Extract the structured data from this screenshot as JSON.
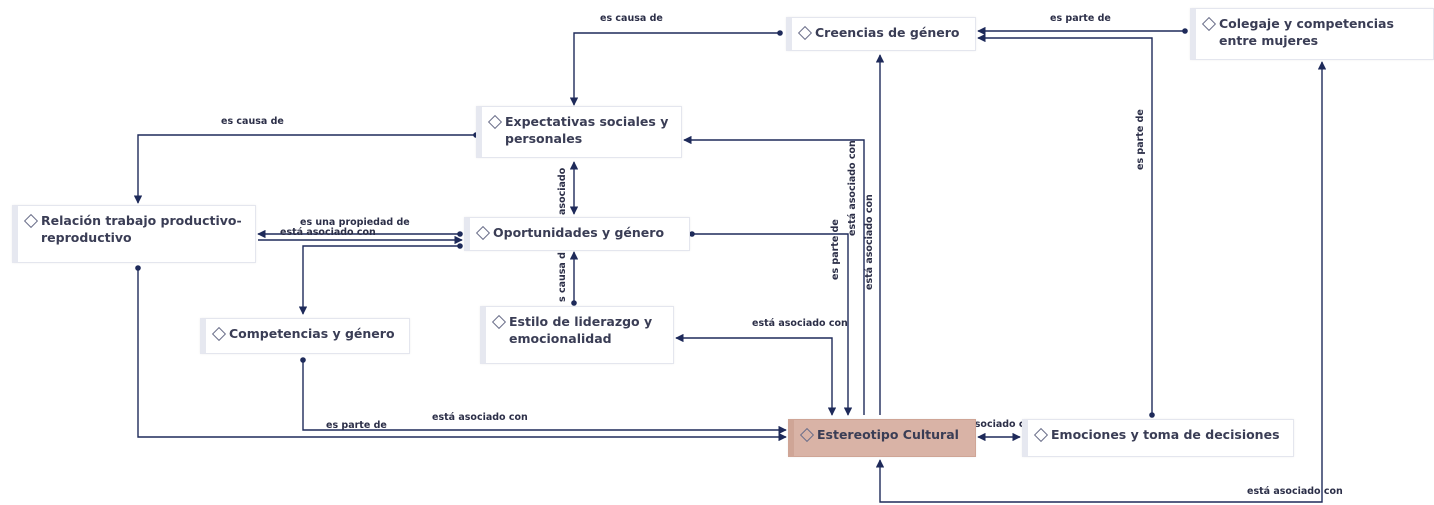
{
  "nodes": {
    "creencias": "Creencias de género",
    "colegaje": "Colegaje y competencias entre mujeres",
    "expectativas": "Expectativas sociales y personales",
    "relacion": "Relación trabajo productivo-reproductivo",
    "oportunidades": "Oportunidades y género",
    "competencias": "Competencias y género",
    "estilo": "Estilo de liderazgo y emocionalidad",
    "estereotipo": "Estereotipo Cultural",
    "emociones": "Emociones y toma de decisiones"
  },
  "relations": {
    "r1": "es causa de",
    "r2": "es parte de",
    "r3": "es causa de",
    "r4": "es parte de",
    "r5": "asociado",
    "r6": "es una propiedad de",
    "r7": "está asociado con",
    "r8": "s causa d",
    "r9": "está asociado con",
    "r10": "es parte de",
    "r11": "está asociado con",
    "r12": "está asociado con",
    "r13": "está asociado con",
    "r14": "es parte de",
    "r15": "está asociado con",
    "r16": "está asociado con"
  },
  "colors": {
    "edge": "#1e2a5a",
    "center_fill": "#d9b3a6",
    "node_border": "#e4e6ee"
  }
}
